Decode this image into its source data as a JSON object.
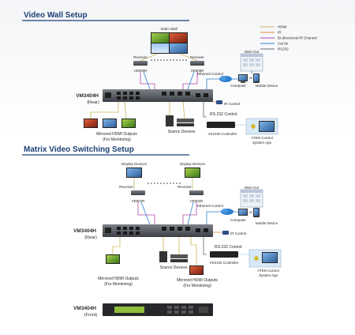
{
  "sections": [
    {
      "title": "Video Wall Setup",
      "video_wall_label": "Video Wall",
      "receiver_left": "Receiver",
      "receiver_left_model": "VE805R",
      "receiver_right": "Receiver",
      "receiver_right_model": "VE805R",
      "ethernet_label": "Ethernet Control",
      "web_gui_label": "Web GUI",
      "computer_label": "Computer",
      "mobile_label": "Mobile Device",
      "switcher_name": "VM3404H",
      "switcher_view": "(Rear)",
      "ir_label": "IR Control",
      "rs232_label": "RS-232 Control",
      "mirrored_label": "Mirrored HDMI Outputs",
      "mirrored_sub": "(For Monitoring)",
      "source_label": "Source Devices",
      "vk_label": "VK2100 Controller",
      "aten_app_1": "ATEN Control",
      "aten_app_2": "System App"
    },
    {
      "title": "Matrix Video Switching Setup",
      "display_left": "Display Devices",
      "display_right": "Display Devices",
      "receiver_left": "Receiver",
      "receiver_left_model": "VE802R",
      "receiver_right": "Receiver",
      "receiver_right_model": "VE802R",
      "ethernet_label": "Ethernet Control",
      "web_gui_label": "Web GUI",
      "computer_label": "Computer",
      "mobile_label": "Mobile Device",
      "switcher_name": "VM3404H",
      "switcher_view": "(Rear)",
      "ir_label": "IR Control",
      "rs232_label": "RS-232 Control",
      "source_label": "Source Devices",
      "mirrored_left_1": "Mirrored HDMI Outputs",
      "mirrored_left_2": "(For Monitoring)",
      "mirrored_right_1": "Mirrored HDMI Outputs",
      "mirrored_right_2": "(For Monitoring)",
      "vk_label": "VK2100 Controller",
      "aten_app_1": "ATEN Control",
      "aten_app_2": "System App"
    }
  ],
  "front": {
    "name": "VM3404H",
    "view": "(Front)"
  },
  "legend": [
    {
      "label": "HDMI",
      "color": "#c9b65a"
    },
    {
      "label": "IR",
      "color": "#e08a3c"
    },
    {
      "label": "Bi-directional IR Channel",
      "color": "#b04aa8"
    },
    {
      "label": "Cat 5e",
      "color": "#2c7fd0"
    },
    {
      "label": "RS232",
      "color": "#5f6a78"
    }
  ]
}
